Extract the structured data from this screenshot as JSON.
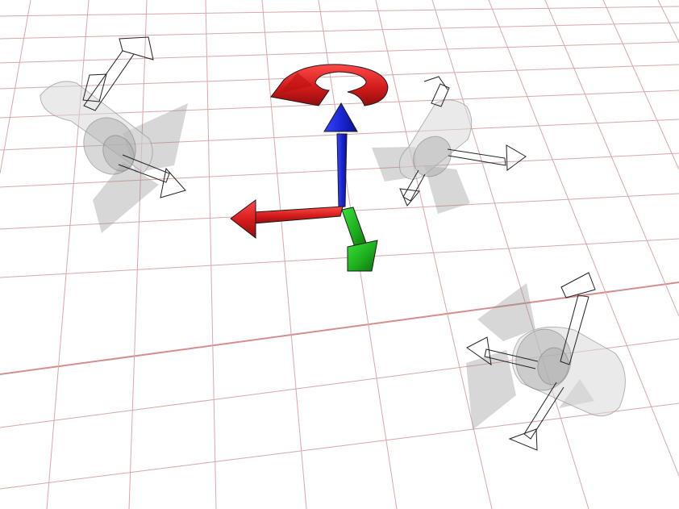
{
  "scene": {
    "description_visible_text": "",
    "colors": {
      "background": "#ffffff",
      "grid": "#d9a8a8",
      "grid_major": "#d58e8e",
      "x_axis": "#d61f1f",
      "y_axis": "#2bb52b",
      "z_axis": "#1f28d6",
      "rotate_handle": "#e01a1a"
    },
    "objects": [
      {
        "name": "spotlight",
        "icon": "spotlight-icon"
      },
      {
        "name": "spotlight",
        "icon": "spotlight-icon"
      },
      {
        "name": "spotlight",
        "icon": "spotlight-icon"
      }
    ],
    "gizmo": {
      "axes": [
        "x",
        "y",
        "z"
      ],
      "rotate_handle": true
    }
  }
}
